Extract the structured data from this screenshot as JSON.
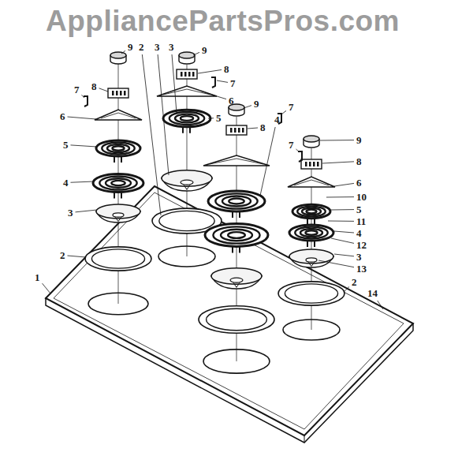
{
  "diagram": {
    "labels": [
      "AppliancePartsPros.com",
      "9",
      "7",
      "8",
      "6",
      "5",
      "4",
      "3",
      "2",
      "1",
      "2",
      "3",
      "3",
      "9",
      "8",
      "7",
      "6",
      "5",
      "9",
      "8",
      "4",
      "7",
      "9",
      "8",
      "7",
      "6",
      "10",
      "5",
      "11",
      "4",
      "12",
      "3",
      "13",
      "2",
      "14"
    ]
  }
}
